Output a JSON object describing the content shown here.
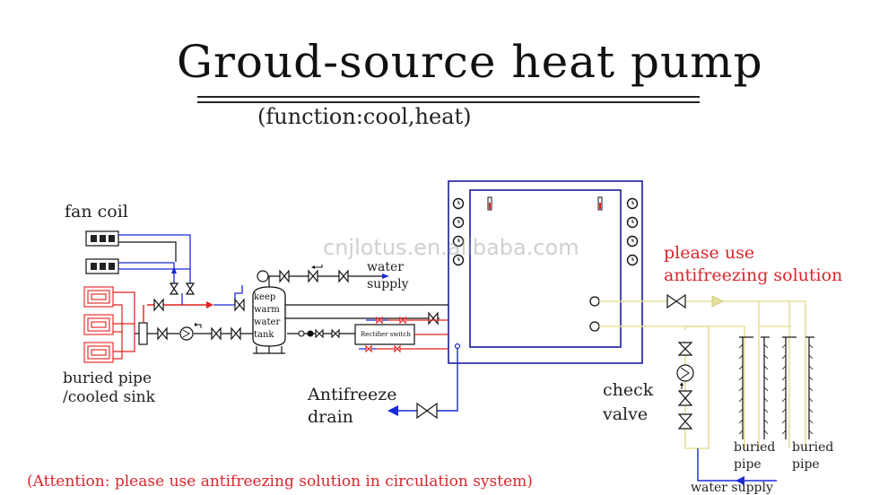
{
  "title": "Groud-source heat pump",
  "subtitle": "(function:cool,heat)",
  "labels": {
    "fan_coil": "fan coil",
    "buried_pipe_cooled_sink_1": "buried pipe",
    "buried_pipe_cooled_sink_2": "/cooled sink",
    "water_supply_top_1": "water",
    "water_supply_top_2": "supply",
    "tank_lines": [
      "keep",
      "warm",
      "water",
      "tank"
    ],
    "rectifier": "Rectifier switch",
    "antifreeze_drain_1": "Antifreeze",
    "antifreeze_drain_2": "drain",
    "antifreezing_note_1": "please use",
    "antifreezing_note_2": "antifreezing solution",
    "check_valve_1": "check",
    "check_valve_2": "valve",
    "buried_pipe_a_1": "buried",
    "buried_pipe_a_2": "pipe",
    "buried_pipe_b_1": "buried",
    "buried_pipe_b_2": "pipe",
    "water_supply_bottom": "water supply",
    "attention": "(Attention: please use antifreezing solution in circulation system)"
  },
  "watermark": "cnjlotus.en.alibaba.com",
  "colors": {
    "hot_line": "#e3201b",
    "cold_line": "#1a2ad6",
    "ground_loop": "#e6e09a",
    "unit_frame": "#1c1c9c",
    "ink": "#111111",
    "note_red": "#d9262c"
  }
}
